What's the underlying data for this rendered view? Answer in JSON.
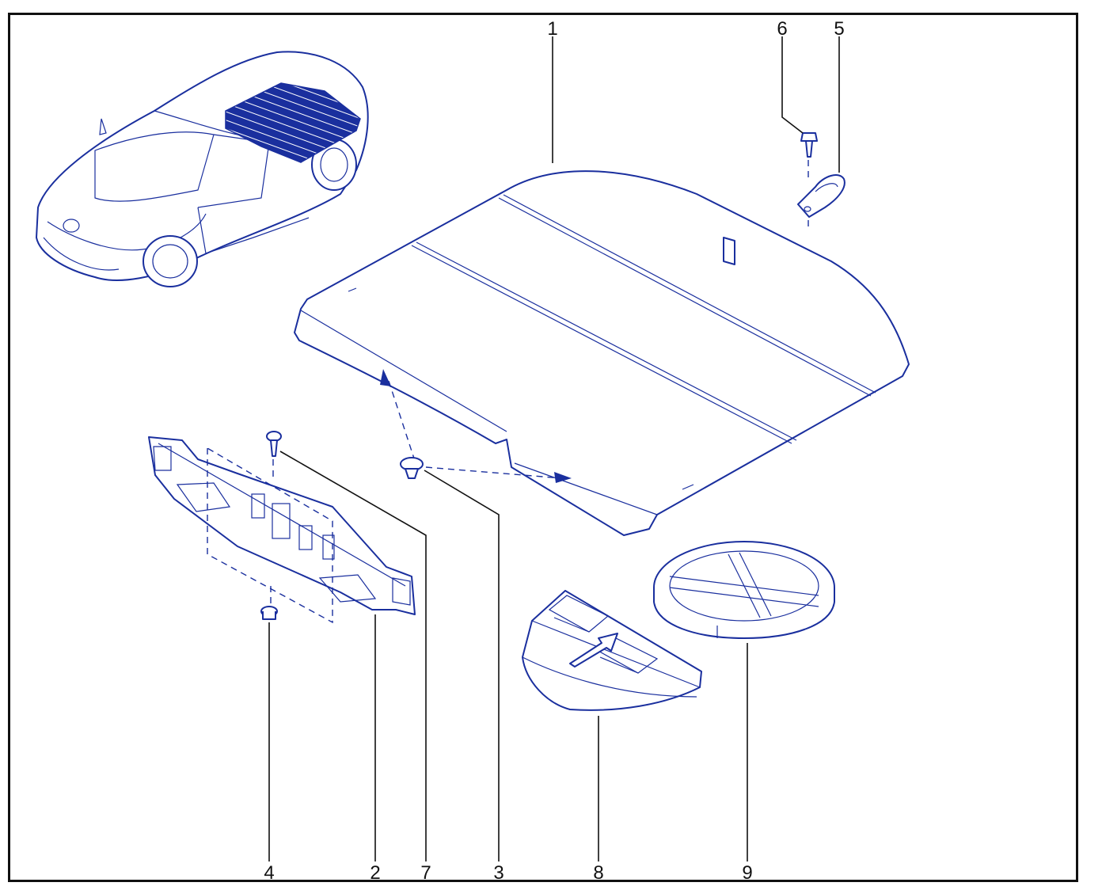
{
  "diagram": {
    "colors": {
      "line_art": "#1a2f9e",
      "frame": "#111111",
      "background": "#ffffff"
    },
    "vehicle_icon": "hatchback-car-icon",
    "callouts": [
      {
        "id": "c1",
        "label": "1",
        "part": "boot-floor-panel"
      },
      {
        "id": "c2",
        "label": "2",
        "part": "support-bracket"
      },
      {
        "id": "c3",
        "label": "3",
        "part": "push-clip"
      },
      {
        "id": "c4",
        "label": "4",
        "part": "clip-nut"
      },
      {
        "id": "c5",
        "label": "5",
        "part": "strap-eye"
      },
      {
        "id": "c6",
        "label": "6",
        "part": "screw"
      },
      {
        "id": "c7",
        "label": "7",
        "part": "screw"
      },
      {
        "id": "c8",
        "label": "8",
        "part": "storage-tray"
      },
      {
        "id": "c9",
        "label": "9",
        "part": "spare-wheel-support"
      }
    ]
  }
}
